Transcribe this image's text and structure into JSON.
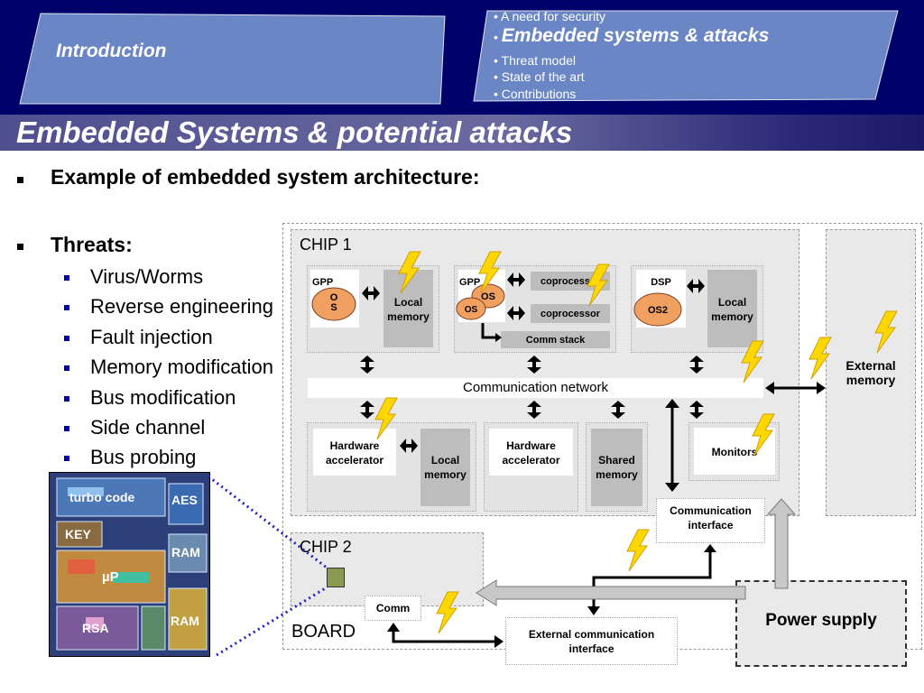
{
  "header": {
    "intro_tab": "Introduction",
    "nav": [
      "• A need for security",
      "Embedded systems & attacks",
      "• Threat model",
      "• State of the art",
      "• Contributions"
    ],
    "nav_active_bullet": "•"
  },
  "slide_title": "Embedded Systems & potential attacks",
  "bullets": {
    "example": "Example of embedded system architecture:",
    "threats": "Threats:",
    "threat_items": [
      "Virus/Worms",
      "Reverse engineering",
      "Fault injection",
      "Memory modification",
      "Bus modification",
      "Side channel",
      "Bus probing"
    ]
  },
  "die_labels": [
    "turbo code",
    "AES",
    "KEY",
    "RAM",
    "µP",
    "RAM",
    "RSA"
  ],
  "diagram": {
    "chip1": "CHIP 1",
    "chip2": "CHIP 2",
    "board": "BOARD",
    "gpp1": "GPP",
    "os1": "O\nS",
    "local_memory": "Local memory",
    "gpp2": "GPP",
    "os_a": "OS",
    "os_b": "OS",
    "coprocessor1": "coprocessor",
    "coprocessor2": "coprocessor",
    "comm_stack": "Comm stack",
    "dsp": "DSP",
    "os2": "OS2",
    "comm_network": "Communication network",
    "hw_acc": "Hardware accelerator",
    "shared_memory": "Shared memory",
    "monitors": "Monitors",
    "comm_interface": "Communication interface",
    "external_memory": "External memory",
    "comm": "Comm",
    "ext_comm_interface": "External communication interface",
    "power_supply": "Power supply"
  },
  "colors": {
    "header": "#00006b",
    "tab": "#6a86c4",
    "lightning": "#ffd700",
    "arrow_grey": "#c8c8c8"
  }
}
